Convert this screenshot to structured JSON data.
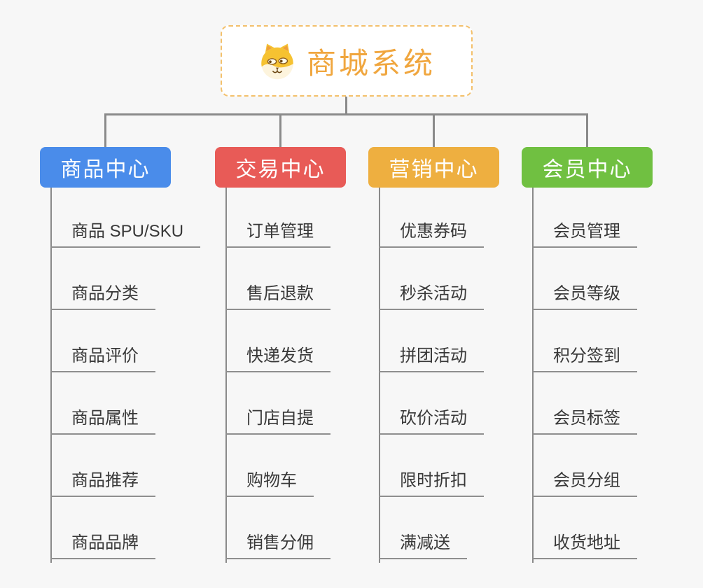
{
  "page": {
    "background_color": "#f7f7f7",
    "connector_color": "#8a8a8a",
    "leaf_underline_color": "#8f8f8f",
    "leaf_text_color": "#383838"
  },
  "root": {
    "label": "商城系统",
    "icon": "dog-face-icon",
    "text_color": "#f0a63e",
    "border_color": "#f3c06b",
    "background": "#ffffff"
  },
  "branches": [
    {
      "label": "商品中心",
      "color": "#4a8cea",
      "text_color": "#ffffff",
      "children": [
        "商品 SPU/SKU",
        "商品分类",
        "商品评价",
        "商品属性",
        "商品推荐",
        "商品品牌"
      ]
    },
    {
      "label": "交易中心",
      "color": "#e85b57",
      "text_color": "#ffffff",
      "children": [
        "订单管理",
        "售后退款",
        "快递发货",
        "门店自提",
        "购物车",
        "销售分佣"
      ]
    },
    {
      "label": "营销中心",
      "color": "#eeaf40",
      "text_color": "#ffffff",
      "children": [
        "优惠券码",
        "秒杀活动",
        "拼团活动",
        "砍价活动",
        "限时折扣",
        "满减送"
      ]
    },
    {
      "label": "会员中心",
      "color": "#70c041",
      "text_color": "#ffffff",
      "children": [
        "会员管理",
        "会员等级",
        "积分签到",
        "会员标签",
        "会员分组",
        "收货地址"
      ]
    }
  ]
}
